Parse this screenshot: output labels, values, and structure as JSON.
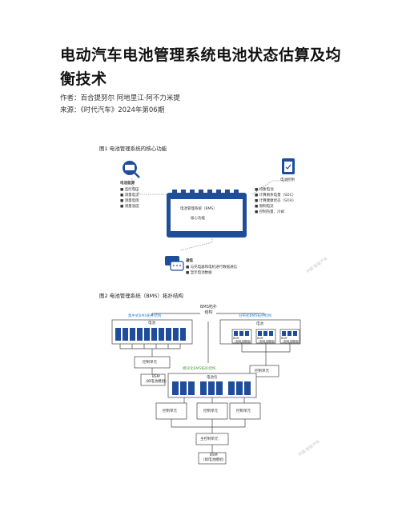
{
  "article": {
    "title": "电动汽车电池管理系统电池状态估算及均衡技术",
    "authors": "作者：百合提努尔    阿地里江·阿不力米提",
    "source": "来源：《时代汽车》2024年第06期"
  },
  "figure1": {
    "caption": "图1    电池管理系统的核心功能",
    "battery_monitor": {
      "title": "电池监测",
      "items": [
        "监控电压",
        "测量电流",
        "测量电阻",
        "测量温度"
      ]
    },
    "battery_control": {
      "title": "电池控制",
      "items": [
        "均衡电池",
        "计算剩余电量（SOC）",
        "计算健康状态（SOH）",
        "限制电流",
        "控制热量、冷却"
      ]
    },
    "center": {
      "line1": "电池管理系统（BMS）",
      "line2": "核心功能"
    },
    "communication": {
      "title": "通信",
      "items": [
        "与充电器和电机进行数据通信",
        "显示电池数据"
      ]
    },
    "watermark": "中国·智能汽车"
  },
  "figure2": {
    "caption": "图2    电池管理系统（BMS）拓扑结构",
    "root": "BMS拓扑\n结构",
    "centralized": {
      "title": "集中式BMS拓扑结构",
      "pack": "电池",
      "control": "控制单元",
      "bsm": "BSM\n（如电池模组）"
    },
    "distributed": {
      "title": "分布式BMS拓扑结构",
      "pack": "电池",
      "bsm_labels": [
        "BSM\n（如电池模组）",
        "BSM\n（如电池模组）",
        "BSM\n（如电池模组）"
      ],
      "control": "控制单元"
    },
    "modular": {
      "title": "模块化BMS拓扑结构",
      "pack": "电池包",
      "controls": [
        "控制单元",
        "控制单元",
        "控制单元"
      ],
      "master": "主控制单元",
      "bsm": "BSM\n（如电池模组）"
    },
    "watermark": "中国·智能汽车"
  },
  "colors": {
    "accent_blue": "#1e4d99",
    "label_blue": "#3a8fd6",
    "label_green": "#5aa646"
  }
}
